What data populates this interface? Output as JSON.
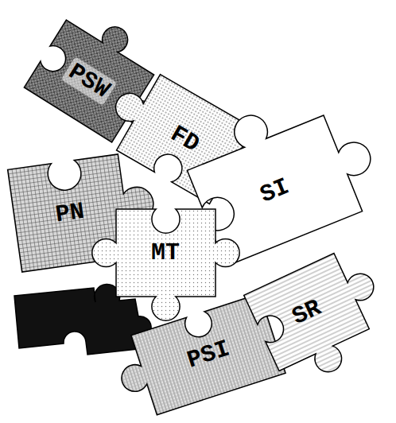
{
  "diagram": {
    "nodes": [
      {
        "text": [
          "PSW"
        ]
      },
      {
        "text": [
          "FD"
        ]
      },
      {
        "text": [
          "PN"
        ]
      },
      {
        "text": [
          "SI"
        ]
      },
      {
        "text": [
          "MT"
        ]
      },
      {
        "text": [
          "PSI"
        ]
      },
      {
        "text": [
          "SR"
        ]
      }
    ]
  }
}
